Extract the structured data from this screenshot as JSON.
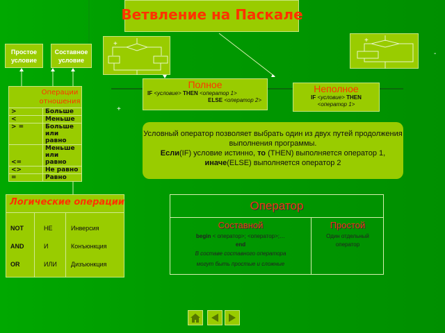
{
  "title": "Ветвление на Паскале",
  "simple_condition": [
    "Простое",
    "условие"
  ],
  "compound_condition": [
    "Составное",
    "условие"
  ],
  "full": {
    "heading": "Полное",
    "line1_if": "IF",
    "line1_cond": "<условие>",
    "line1_then": "THEN",
    "line1_op": "<оператор 1>",
    "line2_else": "ELSE",
    "line2_op": "<оператор 2>"
  },
  "partial": {
    "heading": "Неполное",
    "if": "IF",
    "cond": "<условие>",
    "then": "THEN",
    "op": "<оператор 1>"
  },
  "minus_sign": "-",
  "plus_signs": [
    "+",
    "+",
    "+"
  ],
  "relations": {
    "heading": "Операции отношения",
    "rows": [
      {
        "op": ">",
        "name": "Больше"
      },
      {
        "op": "<",
        "name": "Меньше"
      },
      {
        "op": "> =",
        "name": "Больше или равно"
      },
      {
        "op": "<=",
        "name": "Меньше или равно"
      },
      {
        "op": "<>",
        "name": "Не равно"
      },
      {
        "op": "=",
        "name": "Равно"
      }
    ]
  },
  "description": {
    "line1": "Условный оператор позволяет выбрать один из двух путей продолжения выполнения программы.",
    "if_word": "Если",
    "if_rest": "(IF) условие истинно, ",
    "then_word": "то",
    "then_rest": " (THEN) выполняется оператор 1, ",
    "else_word": "иначе",
    "else_rest": "(ELSE) выполняется оператор 2"
  },
  "logic": {
    "heading": "Логические операции",
    "rows": [
      {
        "en": "NOT",
        "ru": "НЕ",
        "name": "Инверсия"
      },
      {
        "en": "AND",
        "ru": "И",
        "name": "Конъюнкция"
      },
      {
        "en": "OR",
        "ru": "ИЛИ",
        "name": "Дизъюнкция"
      }
    ]
  },
  "operator": {
    "heading": "Оператор",
    "compound": "Составной",
    "simple": "Простой",
    "begin": "begin",
    "begin_rest": " < оператор>; <оператор>;…",
    "end": "end",
    "note1": "В составе составного оператора",
    "note2": "могут быть простые и сложные",
    "simple_desc": "Один отдельный оператор"
  },
  "nav": {
    "home": "home",
    "back": "back",
    "forward": "forward"
  }
}
